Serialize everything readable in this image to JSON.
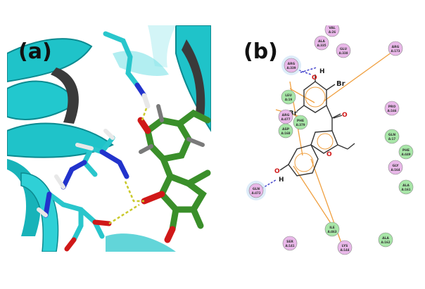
{
  "panels": {
    "a": {
      "label": "(a)"
    },
    "b": {
      "label": "(b)",
      "ligand_atoms": {
        "br1": "Br",
        "br2": "Br",
        "h_top": "H",
        "o_top": "O",
        "o_ketone": "O",
        "o_furan": "O",
        "o_hydroxyl": "O",
        "h_bottom": "H"
      },
      "residues": [
        {
          "name": "VAL",
          "num": "A:26",
          "type": "contact"
        },
        {
          "name": "ALA",
          "num": "A:335",
          "type": "contact"
        },
        {
          "name": "GLU",
          "num": "A:338",
          "type": "contact"
        },
        {
          "name": "ARG",
          "num": "A:173",
          "type": "contact"
        },
        {
          "name": "ARG",
          "num": "A:339",
          "type": "hbond"
        },
        {
          "name": "LEU",
          "num": "A:19",
          "type": "hydrophobic"
        },
        {
          "name": "PRO",
          "num": "A:166",
          "type": "contact"
        },
        {
          "name": "ARG",
          "num": "A:477",
          "type": "contact"
        },
        {
          "name": "PHE",
          "num": "A:379",
          "type": "hydrophobic"
        },
        {
          "name": "ASP",
          "num": "A:168",
          "type": "hydrophobic"
        },
        {
          "name": "GLN",
          "num": "A:17",
          "type": "hydrophobic"
        },
        {
          "name": "PHE",
          "num": "A:449",
          "type": "hydrophobic"
        },
        {
          "name": "GLY",
          "num": "A:164",
          "type": "contact"
        },
        {
          "name": "ALA",
          "num": "A:161",
          "type": "hydrophobic"
        },
        {
          "name": "GLN",
          "num": "A:472",
          "type": "hbond"
        },
        {
          "name": "ILE",
          "num": "A:463",
          "type": "hydrophobic"
        },
        {
          "name": "SER",
          "num": "A:141",
          "type": "contact"
        },
        {
          "name": "LYS",
          "num": "A:144",
          "type": "contact"
        },
        {
          "name": "ALA",
          "num": "A:162",
          "type": "hydrophobic"
        }
      ]
    }
  },
  "colors": {
    "cartoon": "#1fc3c9",
    "cartoon_dark": "#0c8a90",
    "ligand_carbon": "#3a8f2a",
    "oxygen": "#d01818",
    "nitrogen": "#2233cc",
    "hbond_dashes": "#c9c92a",
    "residue_pink": "#e9b8e9",
    "residue_green": "#a8e6a8",
    "pi_line": "#f0a040",
    "hbond_line": "#4444cc"
  }
}
